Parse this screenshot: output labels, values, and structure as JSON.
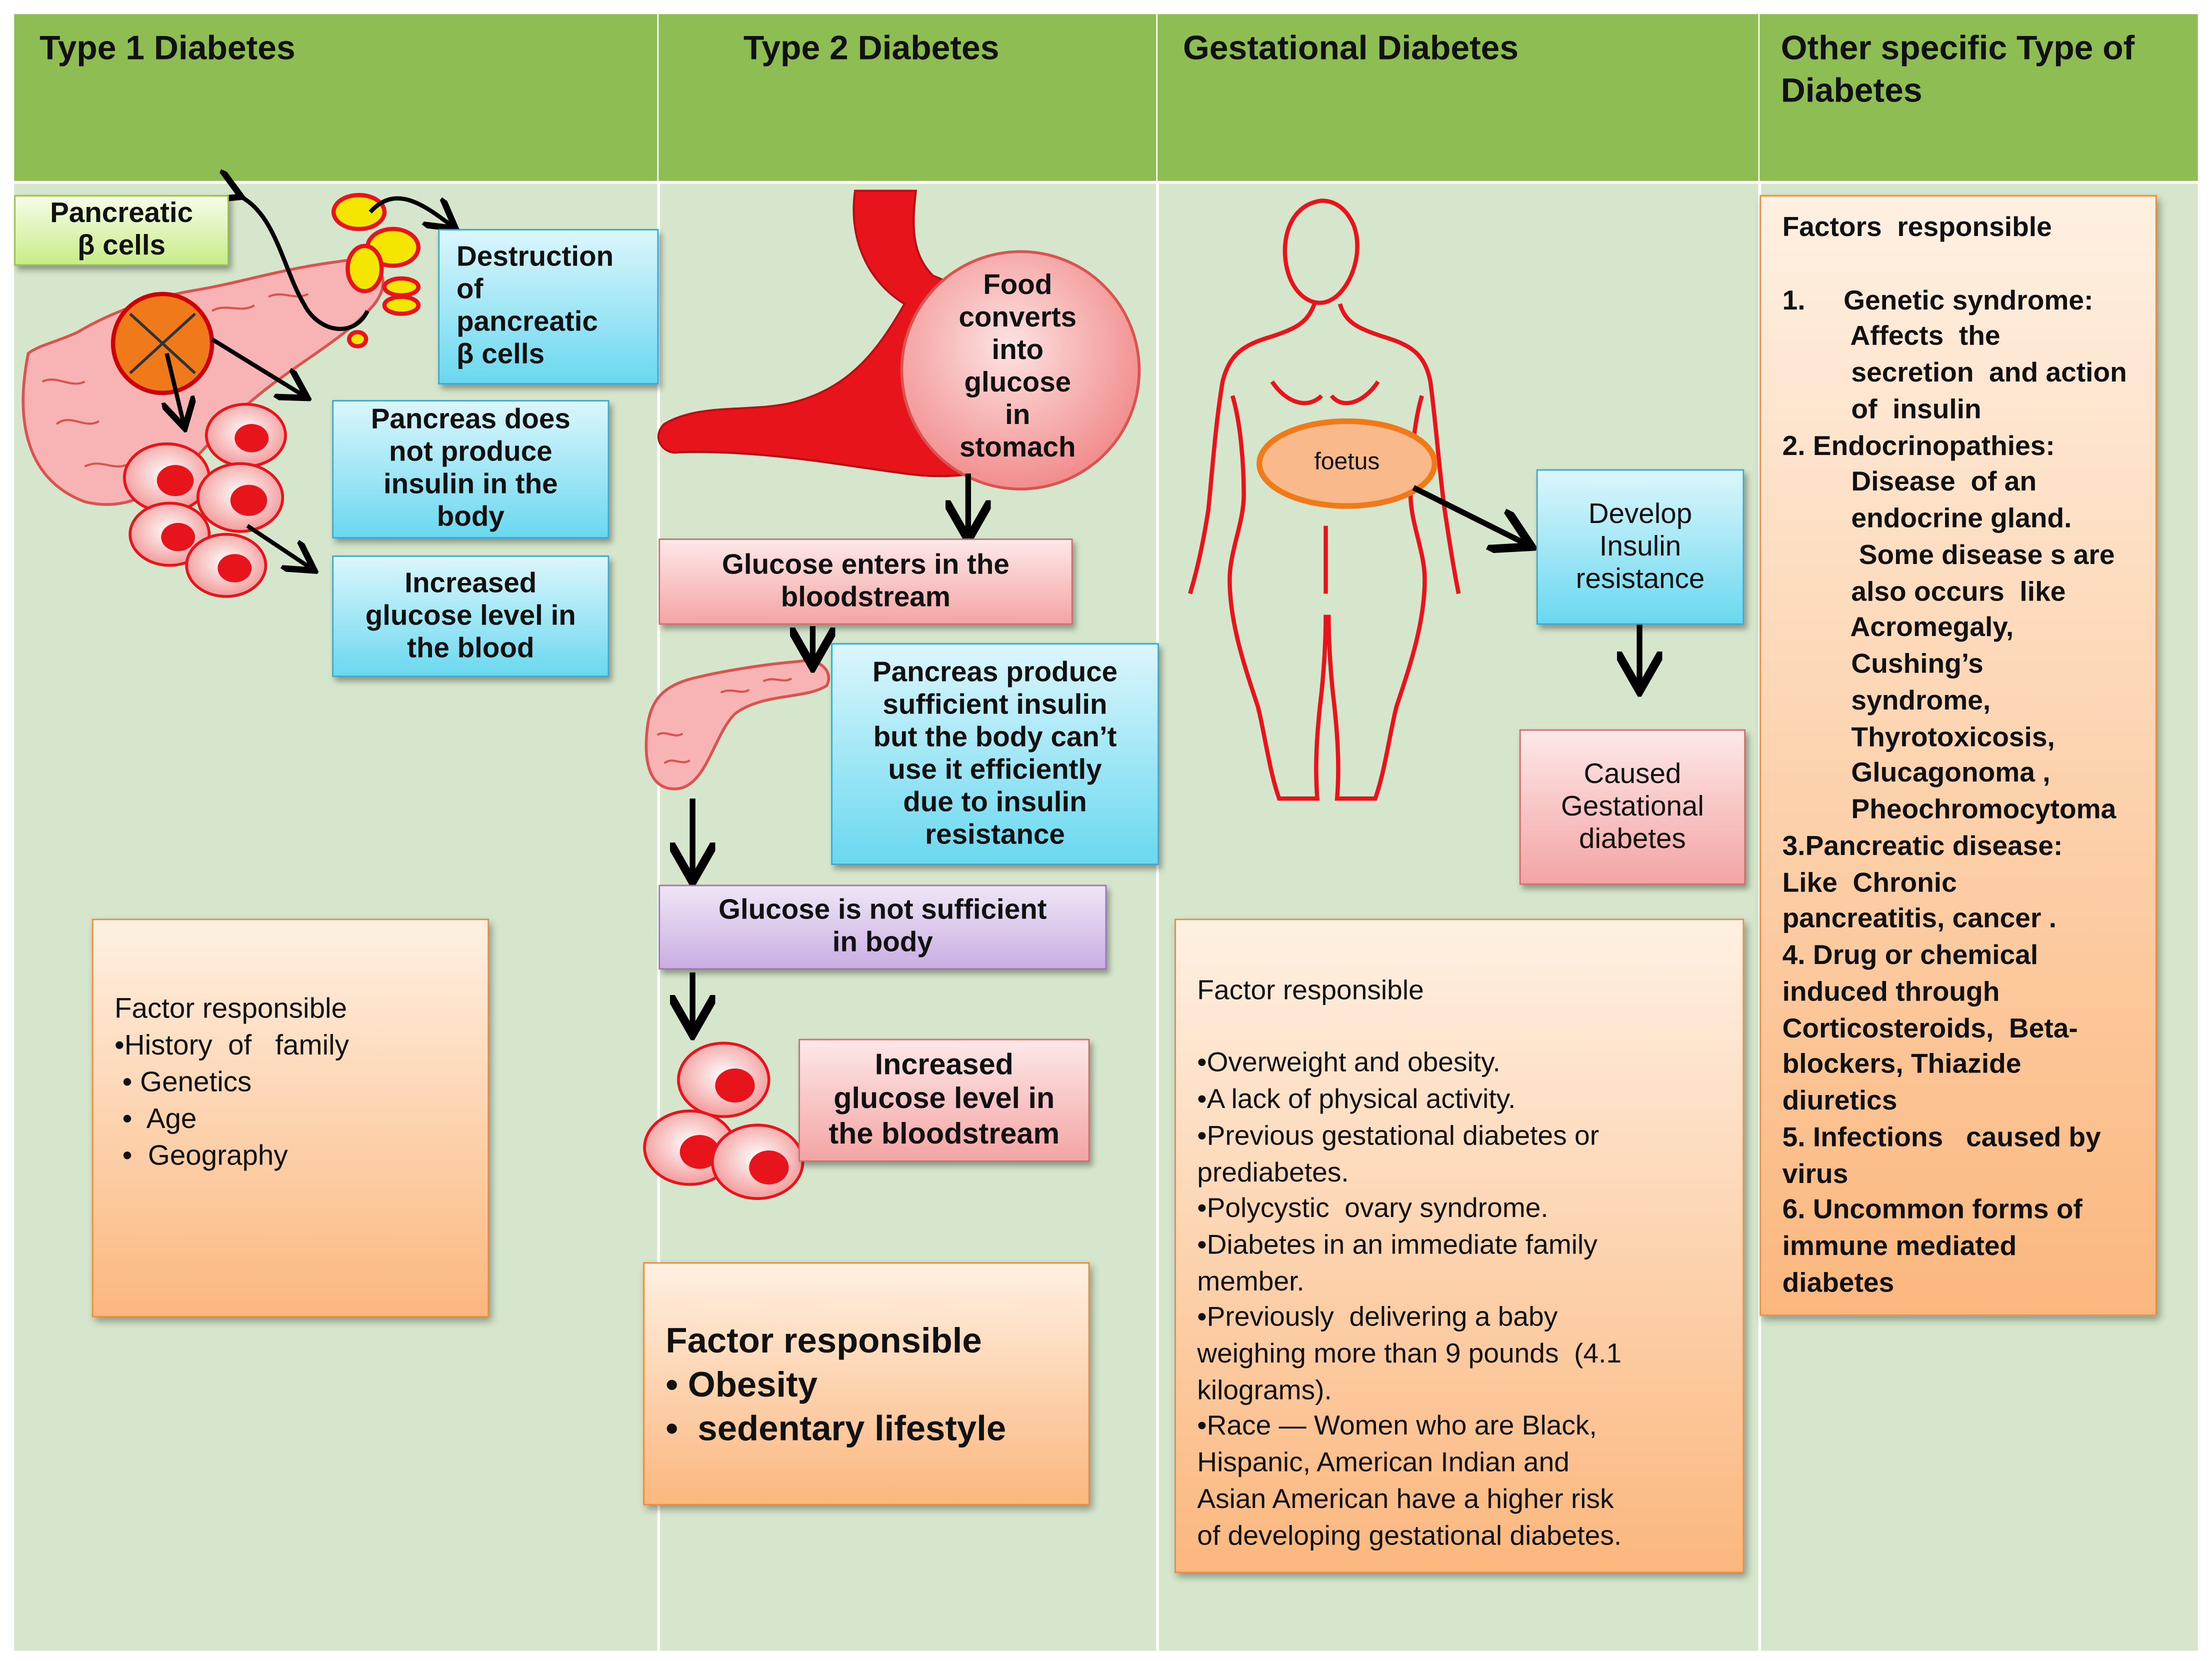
{
  "columns": [
    {
      "title": "Type 1  Diabetes"
    },
    {
      "title": "Type 2  Diabetes"
    },
    {
      "title": "Gestational  Diabetes"
    },
    {
      "title": "Other specific Type  of\nDiabetes"
    }
  ],
  "type1": {
    "beta_cells_label": "Pancreatic\nβ cells",
    "destruction_label": "Destruction\nof\npancreatic\n β cells",
    "no_insulin_label": "Pancreas does\nnot produce\ninsulin in the\nbody",
    "increased_glucose_label": "Increased\nglucose level in\nthe blood",
    "factors": [
      "Factor responsible",
      "•History  of   family",
      " • Genetics",
      " •  Age",
      " •  Geography"
    ]
  },
  "type2": {
    "food_label": "Food\nconverts\ninto\nglucose\nin\nstomach",
    "glucose_enters_label": "Glucose  enters in the\nbloodstream",
    "pancreas_produce_label": "Pancreas produce\nsufficient insulin\nbut the body can’t\nuse it efficiently\ndue to insulin\nresistance",
    "glucose_not_sufficient_label": "Glucose  is not sufficient\nin body",
    "increased_glucose_label": "Increased\nglucose  level in\nthe bloodstream",
    "factors": [
      "Factor responsible",
      "• Obesity",
      "•  sedentary lifestyle"
    ]
  },
  "gestational": {
    "foetus_label": "foetus",
    "insulin_resistance_label": "Develop\nInsulin\nresistance",
    "caused_label": "Caused\nGestational\ndiabetes",
    "factors": [
      "Factor responsible",
      "",
      "•Overweight and obesity.",
      "•A lack of physical activity.",
      "•Previous gestational diabetes or",
      "prediabetes.",
      "•Polycystic  ovary syndrome.",
      "•Diabetes in an immediate family",
      "member.",
      "•Previously  delivering a baby",
      "weighing more than 9 pounds  (4.1",
      "kilograms).",
      "•Race — Women who are Black,",
      "Hispanic, American Indian and",
      "Asian American have a higher risk",
      "of developing gestational diabetes."
    ]
  },
  "other": {
    "factors": [
      "Factors  responsible",
      "",
      "1.     Genetic syndrome:",
      "         Affects  the",
      "         secretion  and action",
      "         of  insulin",
      "2. Endocrinopathies:",
      "         Disease  of an",
      "         endocrine gland.",
      "          Some disease s are",
      "         also occurs  like",
      "         Acromegaly,",
      "         Cushing’s",
      "         syndrome,",
      "         Thyrotoxicosis,",
      "         Glucagonoma ,",
      "         Pheochromocytoma",
      "3.Pancreatic disease:",
      "Like  Chronic",
      "pancreatitis, cancer .",
      "4. Drug or chemical",
      "induced through",
      "Corticosteroids,  Beta-",
      "blockers, Thiazide",
      "diuretics",
      "5. Infections   caused by",
      "virus",
      "6. Uncommon forms of",
      "immune mediated",
      "diabetes"
    ]
  },
  "colors": {
    "header_green": "#8ebd53",
    "panel_green": "#d6e6cc",
    "organ_red": "#e8141c",
    "organ_pink": "#f8b0b0"
  }
}
